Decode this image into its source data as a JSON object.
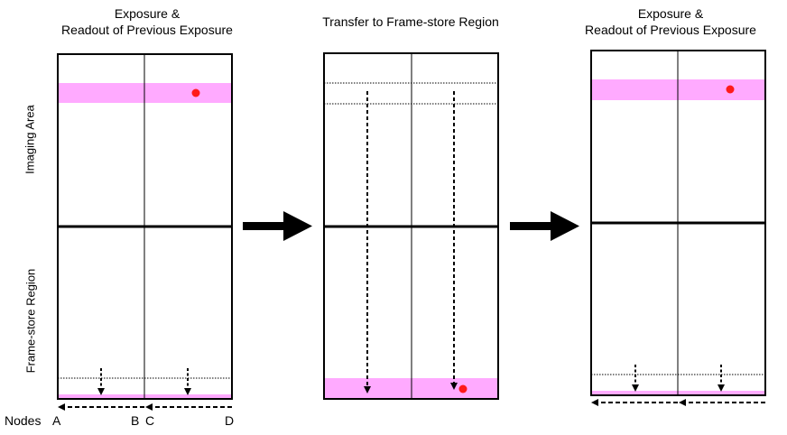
{
  "panels": [
    {
      "title_line1": "Exposure &",
      "title_line2": "Readout of Previous Exposure"
    },
    {
      "title_line1": "Transfer to Frame-store Region"
    },
    {
      "title_line1": "Exposure &",
      "title_line2": "Readout of Previous Exposure"
    }
  ],
  "side_labels": {
    "imaging": "Imaging Area",
    "frame_store": "Frame-store Region"
  },
  "nodes": {
    "label": "Nodes",
    "a": "A",
    "b": "B",
    "c": "C",
    "d": "D"
  },
  "colors": {
    "highlight": "#ffaaff",
    "dot": "#ff1a1a",
    "line": "#000000"
  }
}
